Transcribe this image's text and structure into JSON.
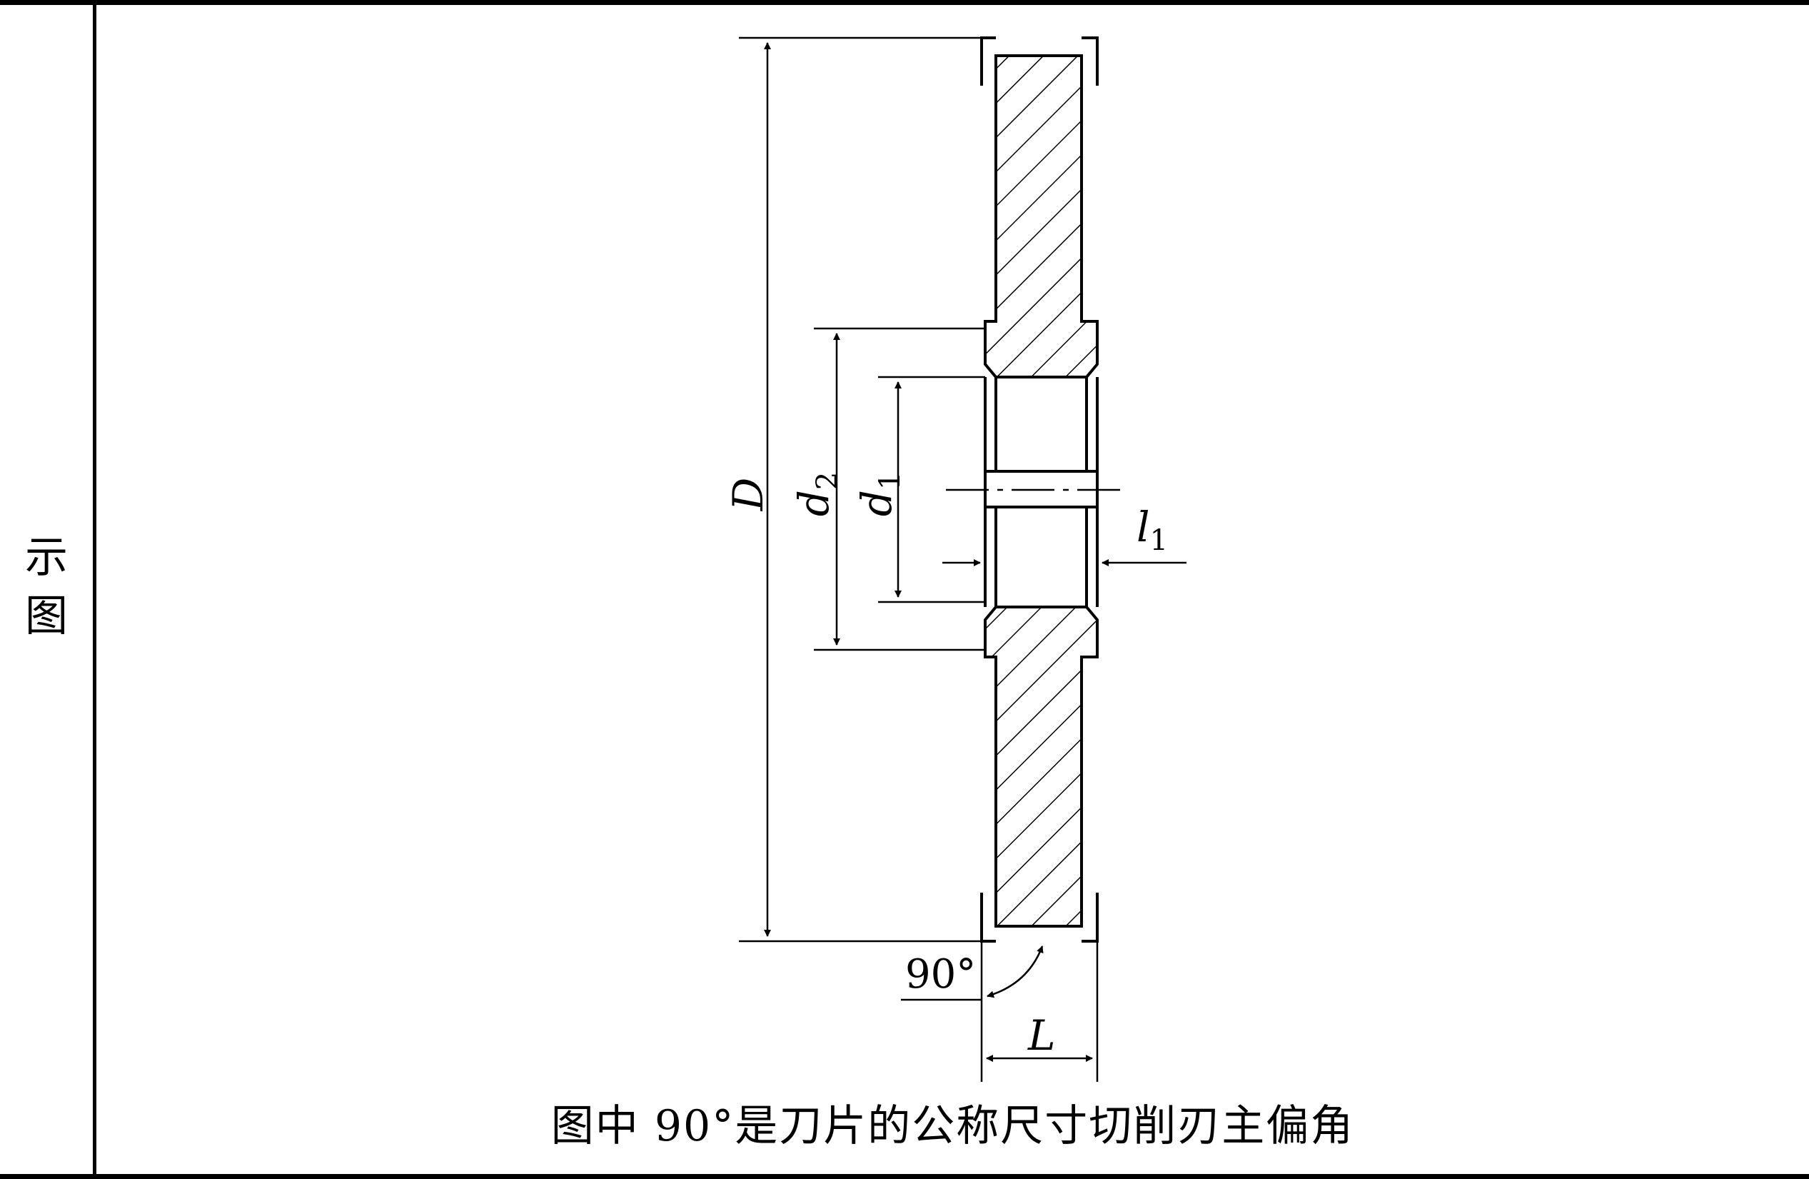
{
  "side_label": {
    "line1": "示",
    "line2": "图"
  },
  "dimensions": {
    "outer_diameter": "D",
    "hub_diameter_symbol": "d",
    "hub_diameter_sub": "2",
    "bore_diameter_symbol": "d",
    "bore_diameter_sub": "1",
    "keyway_symbol": "l",
    "keyway_sub": "1",
    "width": "L",
    "angle": "90°"
  },
  "caption": "图中 90°是刀片的公称尺寸切削刃主偏角"
}
